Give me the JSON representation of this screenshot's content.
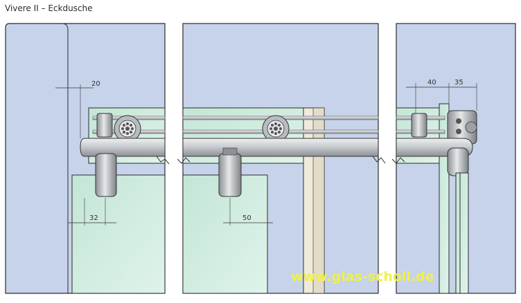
{
  "title": "Vivere II – Eckdusche",
  "dimensions": {
    "d20": "20",
    "d32": "32",
    "d50": "50",
    "d40": "40",
    "d35": "35"
  },
  "watermark": "www.glas-scholl.de",
  "colors": {
    "background_wall": "#c6d3ea",
    "glass": "#bfe3d4",
    "metal": "#c9ccd0",
    "frame_line": "#2b2b2b",
    "watermark": "#f0f04a"
  }
}
